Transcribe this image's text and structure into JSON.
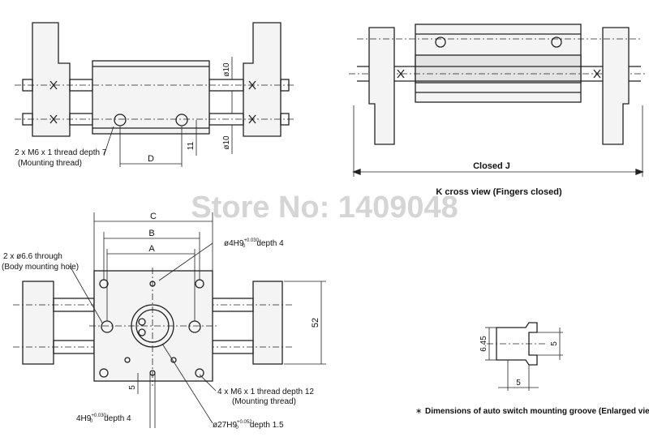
{
  "watermark": "Store No: 1409048",
  "views": {
    "top_left": {
      "label_dim_phi10_top": "ø10",
      "label_dim_phi10_bottom": "ø10",
      "label_dim_11": "11",
      "label_dim_D": "D",
      "note_line1": "2 x M6 x 1 thread depth 7",
      "note_line2": "(Mounting thread)"
    },
    "top_right": {
      "label_closed_j": "Closed J",
      "caption": "K cross view (Fingers closed)"
    },
    "bottom_left": {
      "label_C": "C",
      "label_B": "B",
      "label_A": "A",
      "label_52": "52",
      "label_5": "5",
      "through_line1": "2 x ø6.6 through",
      "through_line2": "(Body mounting hole)",
      "pin_top_main": "ø4H9",
      "pin_top_tol_upper": "+0.030",
      "pin_top_tol_lower": "0",
      "pin_top_suffix": "depth 4",
      "thread_line1": "4 x M6 x 1 thread depth 12",
      "thread_line2": "(Mounting thread)",
      "pin_bottom_main": "4H9",
      "pin_bottom_tol_upper": "+0.030",
      "pin_bottom_tol_lower": "0",
      "pin_bottom_suffix": "depth 4",
      "bore_main": "ø27H9",
      "bore_tol_upper": "+0.052",
      "bore_tol_lower": "0",
      "bore_suffix": "depth 1.5"
    },
    "groove": {
      "label_645": "6.45",
      "label_5_right": "5",
      "label_5_bottom": "5",
      "caption_star": "∗",
      "caption": "Dimensions of auto switch mounting groove (Enlarged view)"
    }
  }
}
